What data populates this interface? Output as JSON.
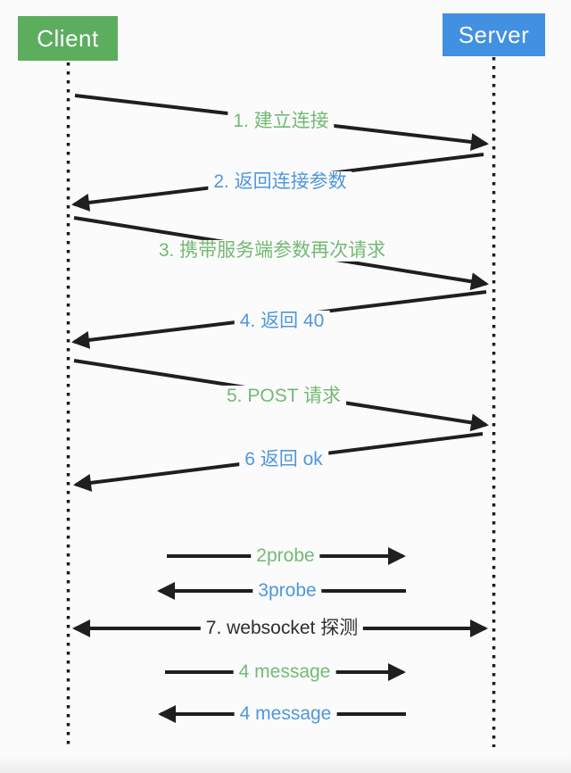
{
  "diagram": {
    "title": "client-server-websocket-handshake-sequence",
    "actors": [
      {
        "id": "client",
        "label": "Client",
        "color": "#5cad5e",
        "text_color": "#ffffff"
      },
      {
        "id": "server",
        "label": "Server",
        "color": "#4190e2",
        "text_color": "#ffffff"
      }
    ],
    "messages": [
      {
        "label": "1. 建立连接",
        "from": "client",
        "to": "server",
        "label_color": "#74b974"
      },
      {
        "label": "2. 返回连接参数",
        "from": "server",
        "to": "client",
        "label_color": "#4f97de"
      },
      {
        "label": "3. 携带服务端参数再次请求",
        "from": "client",
        "to": "server",
        "label_color": "#74b974"
      },
      {
        "label": "4. 返回 40",
        "from": "server",
        "to": "client",
        "label_color": "#4f97de"
      },
      {
        "label": "5. POST 请求",
        "from": "client",
        "to": "server",
        "label_color": "#74b974"
      },
      {
        "label": "6 返回 ok",
        "from": "server",
        "to": "client",
        "label_color": "#4f97de"
      },
      {
        "label": "2probe",
        "from": "client",
        "to": "server",
        "label_color": "#74b974"
      },
      {
        "label": "3probe",
        "from": "server",
        "to": "client",
        "label_color": "#4f97de"
      },
      {
        "label": "7. websocket 探测",
        "from": "both",
        "to": "both",
        "label_color": "#2d2d2d"
      },
      {
        "label": "4 message",
        "from": "client",
        "to": "server",
        "label_color": "#74b974"
      },
      {
        "label": "4 message",
        "from": "server",
        "to": "client",
        "label_color": "#4f97de"
      }
    ],
    "colors": {
      "background": "#fbfbfb",
      "arrow": "#1f1f1f",
      "lifeline": "#1a1a1a",
      "client_box": "#5cad5e",
      "server_box": "#4190e2",
      "green_label": "#74b974",
      "blue_label": "#4f97de"
    }
  }
}
